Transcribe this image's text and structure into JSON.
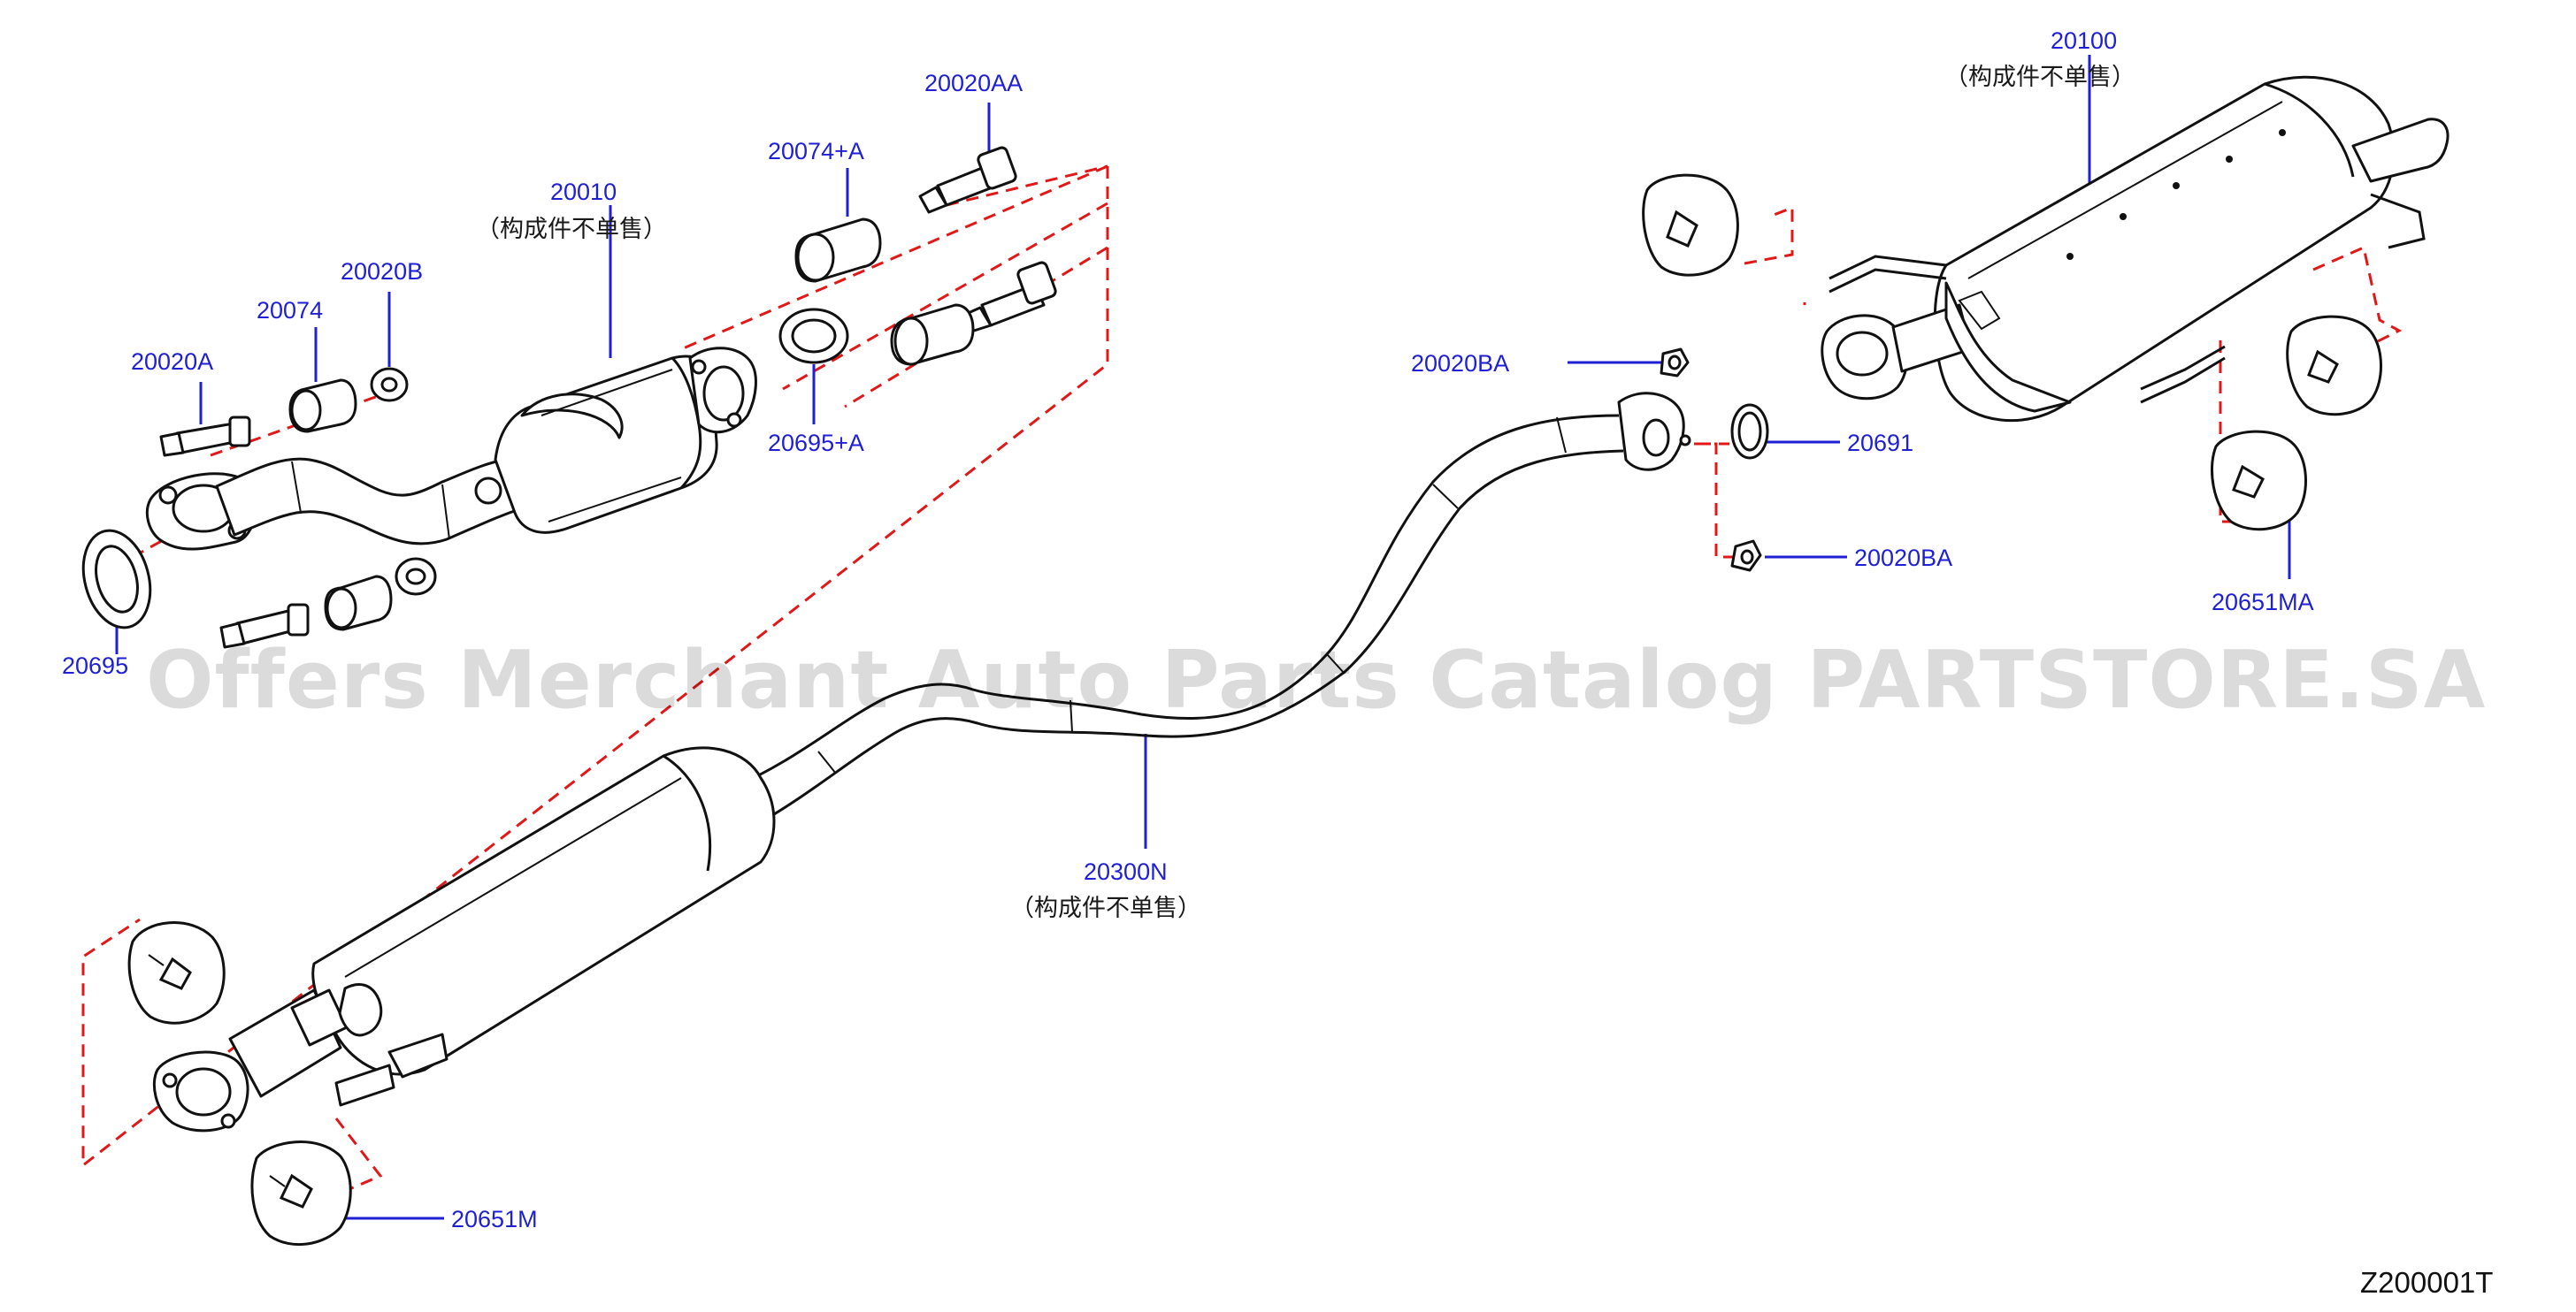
{
  "diagram": {
    "parts": {
      "p20020AA": "20020AA",
      "p20074A": "20074+A",
      "p20010": "20010",
      "p20010_note": "（构成件不单售）",
      "p20020B": "20020B",
      "p20074": "20074",
      "p20020A": "20020A",
      "p20695A": "20695+A",
      "p20695": "20695",
      "p20100": "20100",
      "p20100_note": "（构成件不单售）",
      "p20020BA_top": "20020BA",
      "p20691": "20691",
      "p20020BA_bottom": "20020BA",
      "p20651MA": "20651MA",
      "p20300N": "20300N",
      "p20300N_note": "（构成件不单售）",
      "p20651M": "20651M"
    },
    "figure_code": "Z200001T",
    "watermark": "Offers Merchant Auto Parts Catalog PARTSTORE.SA"
  }
}
